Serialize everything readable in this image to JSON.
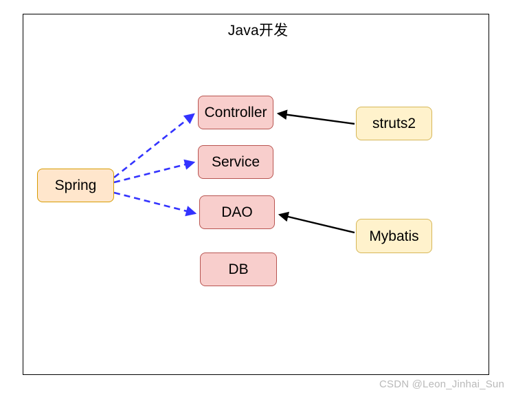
{
  "diagram": {
    "title": "Java开发",
    "frame": {
      "label": "diagram-frame"
    },
    "nodes": [
      {
        "id": "spring",
        "label": "Spring",
        "style": "orange"
      },
      {
        "id": "controller",
        "label": "Controller",
        "style": "pink"
      },
      {
        "id": "service",
        "label": "Service",
        "style": "pink"
      },
      {
        "id": "dao",
        "label": "DAO",
        "style": "pink"
      },
      {
        "id": "db",
        "label": "DB",
        "style": "pink"
      },
      {
        "id": "struts2",
        "label": "struts2",
        "style": "yellow"
      },
      {
        "id": "mybatis",
        "label": "Mybatis",
        "style": "yellow"
      }
    ],
    "edges": [
      {
        "id": "spring-to-controller",
        "from": "Spring",
        "to": "Controller",
        "style": "dashed",
        "color": "#3333ff"
      },
      {
        "id": "spring-to-service",
        "from": "Spring",
        "to": "Service",
        "style": "dashed",
        "color": "#3333ff"
      },
      {
        "id": "spring-to-dao",
        "from": "Spring",
        "to": "DAO",
        "style": "dashed",
        "color": "#3333ff"
      },
      {
        "id": "struts2-to-controller",
        "from": "struts2",
        "to": "Controller",
        "style": "solid",
        "color": "#000000"
      },
      {
        "id": "mybatis-to-dao",
        "from": "Mybatis",
        "to": "DAO",
        "style": "solid",
        "color": "#000000"
      }
    ],
    "colors": {
      "pink_fill": "#f8cecc",
      "pink_stroke": "#b85450",
      "orange_fill": "#ffe6cc",
      "orange_stroke": "#d79b00",
      "yellow_fill": "#fff2cc",
      "yellow_stroke": "#d6b656",
      "dashed_edge": "#3333ff",
      "solid_edge": "#000000",
      "frame_stroke": "#000000",
      "watermark": "#b9b9b9"
    }
  },
  "watermark": {
    "text": "CSDN @Leon_Jinhai_Sun"
  }
}
